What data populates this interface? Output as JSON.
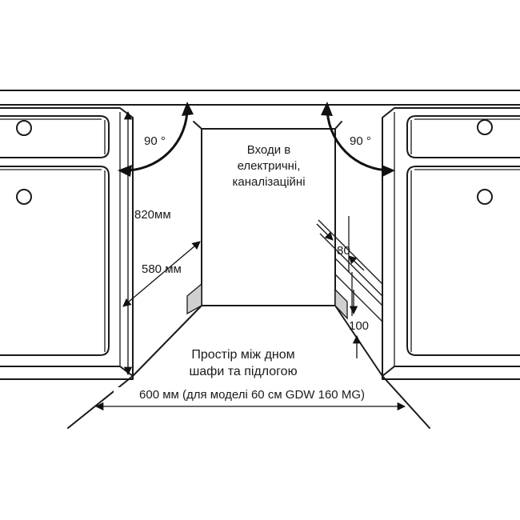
{
  "labels": {
    "angle_left": "90 °",
    "angle_right": "90 °",
    "inlets_line1": "Входи в",
    "inlets_line2": "електричні,",
    "inlets_line3": "каналізаційні",
    "height": "820мм",
    "depth": "580 мм",
    "dim_80": "80",
    "dim_100": "100",
    "space_line1": "Простір між дном",
    "space_line2": "шафи та підлогою",
    "width": "600 мм (для моделі 60 см GDW 160 MG)"
  },
  "colors": {
    "line": "#1a1a1a",
    "background": "#ffffff",
    "shade": "#d0d0d0"
  }
}
